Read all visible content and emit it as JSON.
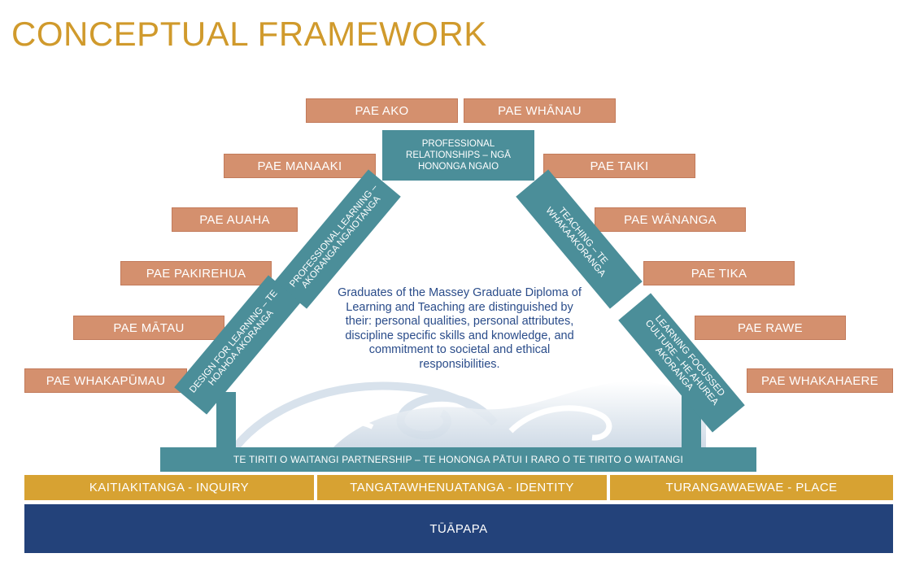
{
  "title": "CONCEPTUAL FRAMEWORK",
  "pae_left": [
    "PAE AKO",
    "PAE MANAAKI",
    "PAE AUAHA",
    "PAE PAKIREHUA",
    "PAE MĀTAU",
    "PAE WHAKAPŪMAU"
  ],
  "pae_right": [
    "PAE WHĀNAU",
    "PAE TAIKI",
    "PAE WĀNANGA",
    "PAE TIKA",
    "PAE RAWE",
    "PAE WHAKAHAERE"
  ],
  "top_box": "PROFESSIONAL RELATIONSHIPS – NGĀ HONONGA NGAIO",
  "left_upper_band": "PROFESSIONAL LEARNING – AKORANGA NGAIOTANGA",
  "left_lower_band": "DESIGN FOR LEARNING – TE HOAHOA AKORANGA",
  "right_upper_band": "TEACHING – TE WHAKAAKORANGA",
  "right_lower_band": "LEARNING FOCUSSED CULTURE – HE AHUREA AKORANGA",
  "center_text": "Graduates of the Massey Graduate Diploma of Learning and Teaching are distinguished by their: personal qualities, personal attributes, discipline specific skills and knowledge, and commitment to societal and ethical responsibilities.",
  "base_strip": "TE TIRITI O WAITANGI PARTNERSHIP – TE HONONGA PĀTUI I RARO O TE TIRITO O WAITANGI",
  "pillars": [
    "KAITIAKITANGA - INQUIRY",
    "TANGATAWHENUATANGA - IDENTITY",
    "TURANGAWAEWAE - PLACE"
  ],
  "foundation": "TŪĀPAPA",
  "colors": {
    "title": "#d09a2c",
    "pae": "#d4906e",
    "teal": "#4b8e99",
    "gold": "#d7a232",
    "navy": "#23427a",
    "center_text": "#2a4c8a"
  }
}
